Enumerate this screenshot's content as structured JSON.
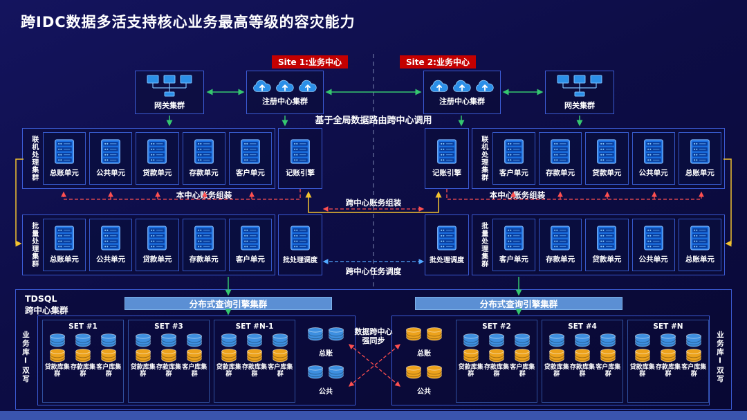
{
  "colors": {
    "background": "#0d0d46",
    "badge_red": "#c40000",
    "box_border": "#3b5bd4",
    "server_blue": "#1b6fe0",
    "db_blue": "#3d8fe0",
    "db_yellow": "#eca21c",
    "query_bar_blue": "#5b8fd4",
    "arrow_green": "#35c76f",
    "arrow_yellow": "#f2c230",
    "arrow_red": "#ff5050",
    "arrow_blue": "#52a8ff",
    "footer_strip": "#3a54ae"
  },
  "title": "跨IDC数据多活支持核心业务最高等级的容灾能力",
  "badges": {
    "site1": "Site 1:业务中心",
    "site2": "Site 2:业务中心"
  },
  "top_row": {
    "gateway_left": "网关集群",
    "registry_left": "注册中心集群",
    "registry_right": "注册中心集群",
    "gateway_right": "网关集群",
    "routing_caption": "基于全局数据路由跨中心调用"
  },
  "online_row": {
    "cluster_label_left": "联机处理集群",
    "cluster_label_right": "联机处理集群",
    "left_units": [
      "总账单元",
      "公共单元",
      "贷款单元",
      "存款单元",
      "客户单元"
    ],
    "engine_left": "记账引擎",
    "engine_right": "记账引擎",
    "right_units": [
      "客户单元",
      "存款单元",
      "贷款单元",
      "公共单元",
      "总账单元"
    ],
    "assembly_left": "本中心账务组装",
    "assembly_cross": "跨中心账务组装",
    "assembly_right": "本中心账务组装"
  },
  "batch_row": {
    "cluster_label_left": "批量处理集群",
    "cluster_label_right": "批量处理集群",
    "left_units": [
      "总账单元",
      "公共单元",
      "贷款单元",
      "存款单元",
      "客户单元"
    ],
    "scheduler_left": "批处理调度",
    "scheduler_right": "批处理调度",
    "right_units": [
      "客户单元",
      "存款单元",
      "贷款单元",
      "公共单元",
      "总账单元"
    ],
    "task_caption": "跨中心任务调度"
  },
  "tdsql": {
    "label_line1": "TDSQL",
    "label_line2": "跨中心集群",
    "query_bar_left": "分布式查询引擎集群",
    "query_bar_right": "分布式查询引擎集群",
    "sets_left": [
      {
        "name": "SET #1",
        "dbs": [
          "贷款库集群",
          "存款库集群",
          "客户库集群"
        ]
      },
      {
        "name": "SET #3",
        "dbs": [
          "贷款库集群",
          "存款库集群",
          "客户库集群"
        ]
      },
      {
        "name": "SET #N-1",
        "dbs": [
          "贷款库集群",
          "存款库集群",
          "客户库集群"
        ]
      }
    ],
    "sets_right": [
      {
        "name": "SET #2",
        "dbs": [
          "贷款库集群",
          "存款库集群",
          "客户库集群"
        ]
      },
      {
        "name": "SET #4",
        "dbs": [
          "贷款库集群",
          "存款库集群",
          "客户库集群"
        ]
      },
      {
        "name": "SET #N",
        "dbs": [
          "贷款库集群",
          "存款库集群",
          "客户库集群"
        ]
      }
    ],
    "ledger_left": "总账",
    "public_left": "公共",
    "ledger_right": "总账",
    "public_right": "公共",
    "sync_caption": "数据跨中心强同步",
    "dual_write_left": "业务库I双写",
    "dual_write_right": "业务库I双写"
  }
}
